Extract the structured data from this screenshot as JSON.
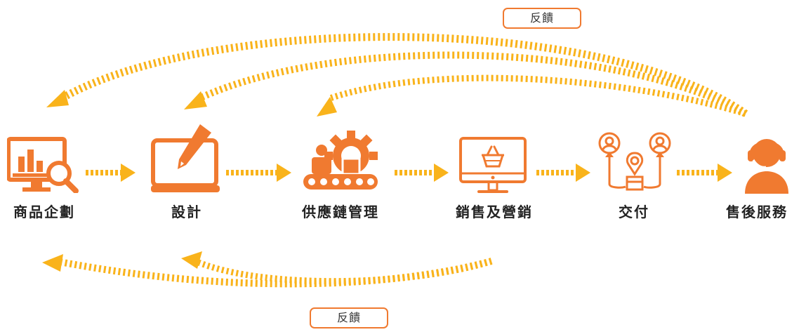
{
  "colors": {
    "icon": "#f07a30",
    "arrow": "#f9b31b",
    "box_border": "#f07a30",
    "text": "#222222"
  },
  "feedback_top": {
    "label": "反饋"
  },
  "feedback_bottom": {
    "label": "反饋"
  },
  "stages": [
    {
      "label": "商品企劃",
      "icon": "analytics-monitor-icon"
    },
    {
      "label": "設計",
      "icon": "design-tablet-pen-icon"
    },
    {
      "label": "供應鏈管理",
      "icon": "factory-conveyor-icon"
    },
    {
      "label": "銷售及營銷",
      "icon": "ecommerce-monitor-icon"
    },
    {
      "label": "交付",
      "icon": "delivery-network-icon"
    },
    {
      "label": "售後服務",
      "icon": "customer-service-icon"
    }
  ]
}
